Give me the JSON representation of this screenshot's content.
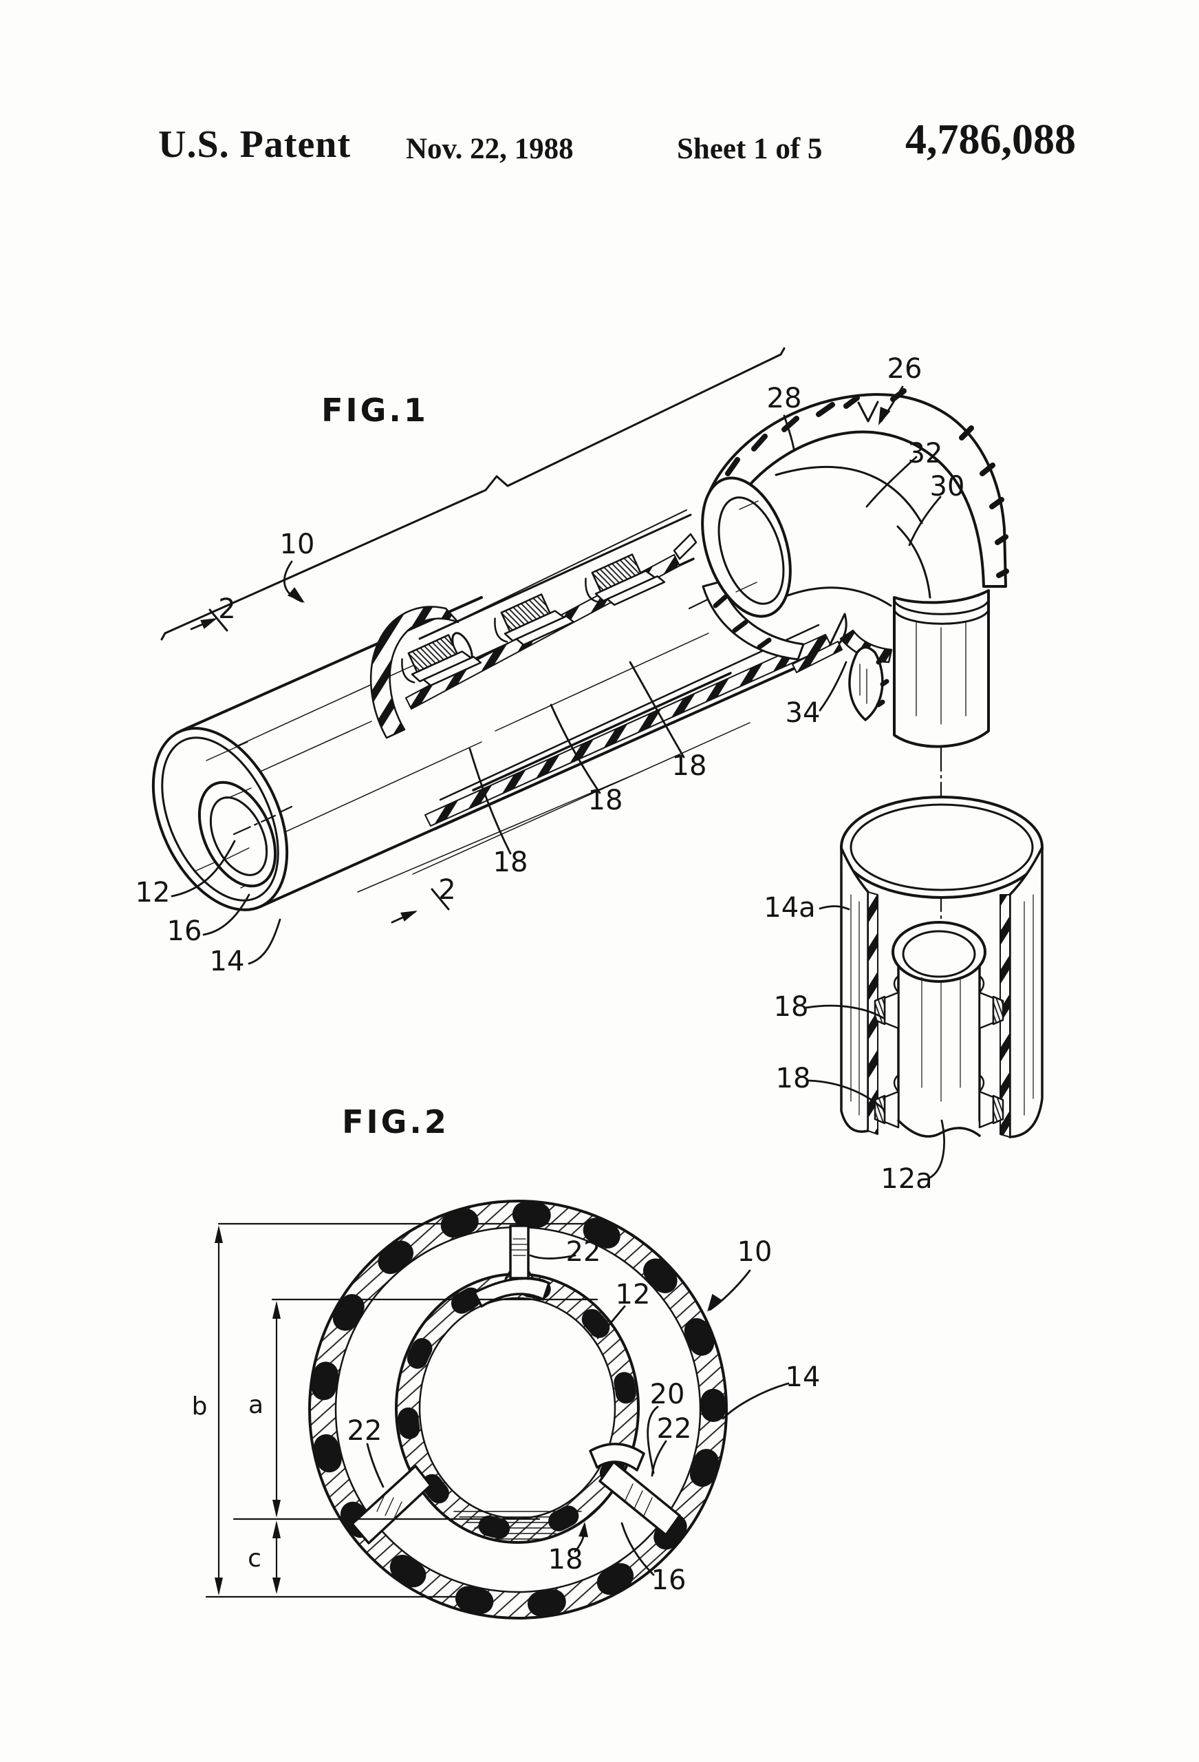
{
  "header": {
    "title": "U.S. Patent",
    "date": "Nov. 22, 1988",
    "sheet": "Sheet 1 of 5",
    "patent_number": "4,786,088"
  },
  "fig1": {
    "title": "FIG.1",
    "labels": {
      "assembly": "10",
      "section_line_upper": "2",
      "section_line_lower": "2",
      "inner_tube": "12",
      "annular_space": "16",
      "outer_tube": "14",
      "barb_lower": "18",
      "barb_middle": "18",
      "barb_upper": "18",
      "elbow_assembly": "26",
      "elbow_cover_top": "28",
      "elbow_body": "32",
      "elbow_cover_side": "30",
      "latch_tab": "34",
      "sleeve_outer": "14a",
      "sleeve_barb_upper": "18",
      "sleeve_barb_lower": "18",
      "sleeve_inner_tube": "12a"
    }
  },
  "fig2": {
    "title": "FIG.2",
    "labels": {
      "spoke_top": "22",
      "inner_tube": "12",
      "assembly": "10",
      "pad": "20",
      "spoke_right": "22",
      "outer_tube": "14",
      "spoke_left": "22",
      "barb": "18",
      "annular_space": "16"
    },
    "dimensions": {
      "outer_diameter": "b",
      "bore_diameter": "a",
      "offset": "c"
    }
  }
}
